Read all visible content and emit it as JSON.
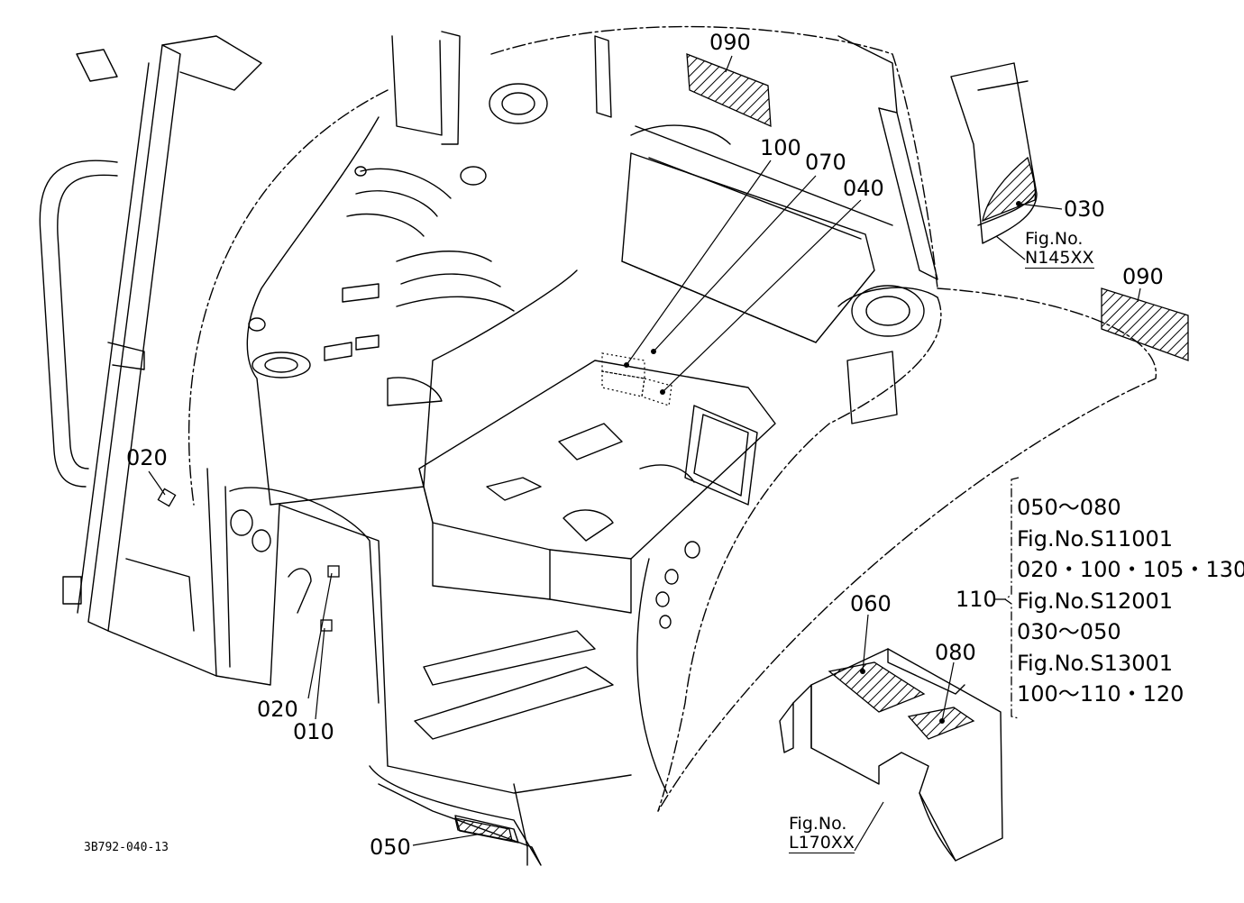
{
  "doc_code": "3B792-040-13",
  "callouts": {
    "c090_top": "090",
    "c090_right": "090",
    "c100": "100",
    "c070": "070",
    "c040": "040",
    "c030": "030",
    "c020_left": "020",
    "c020_bottom": "020",
    "c010": "010",
    "c050": "050",
    "c060": "060",
    "c080": "080",
    "c110": "110"
  },
  "figrefs": {
    "n145_label": "Fig.No.",
    "n145_code": "N145XX",
    "l170_label": "Fig.No.",
    "l170_code": "L170XX"
  },
  "legend": [
    "050～080",
    "Fig.No.S11001",
    "020・100・105・130",
    "Fig.No.S12001",
    "030～050",
    "Fig.No.S13001",
    "100～110・120"
  ],
  "colors": {
    "line": "#000000",
    "background": "#ffffff"
  }
}
